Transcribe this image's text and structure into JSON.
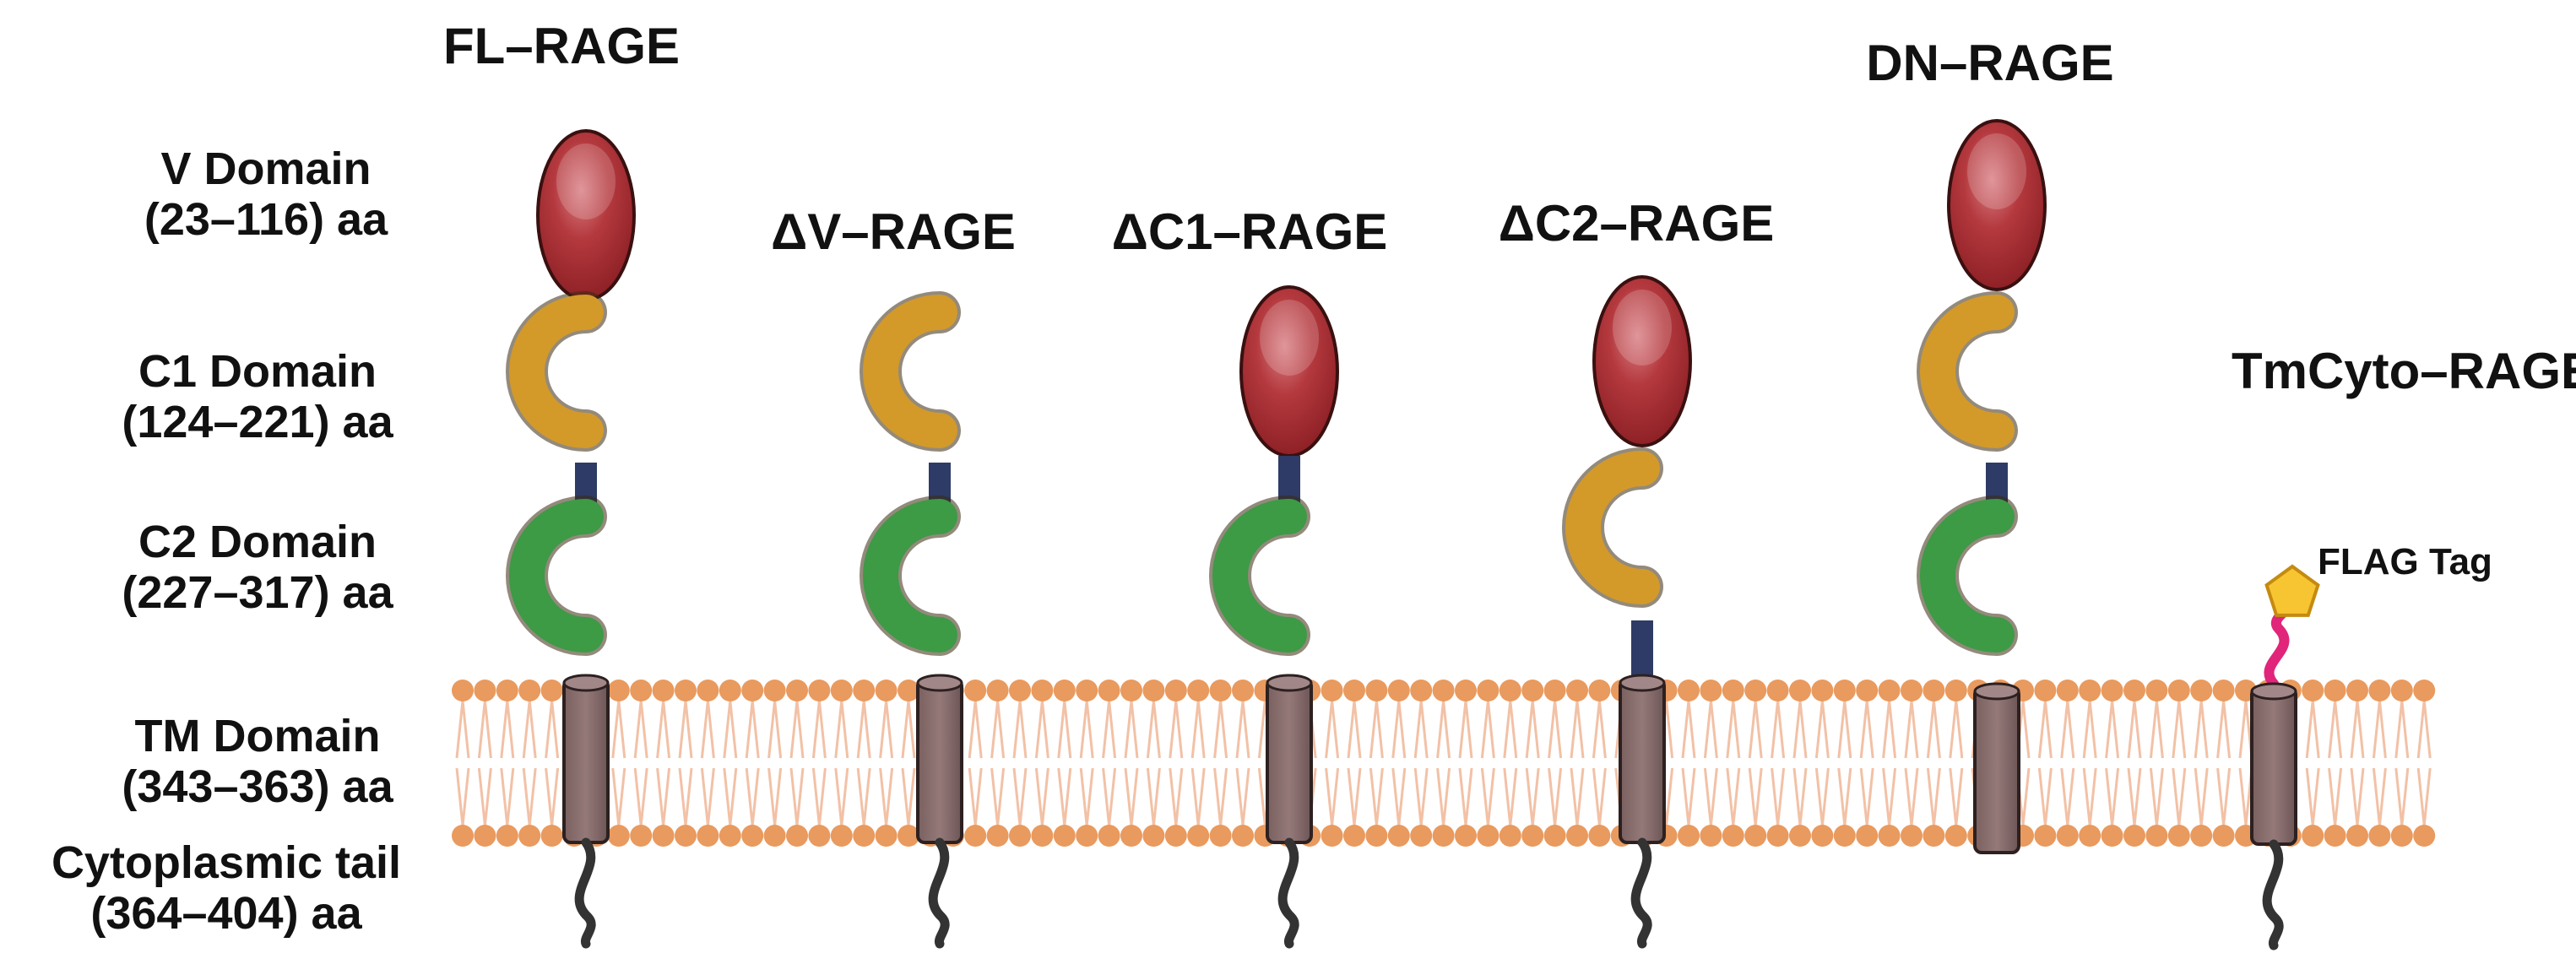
{
  "domain_labels": [
    {
      "name": "V Domain",
      "range": "(23–116) aa"
    },
    {
      "name": "C1 Domain",
      "range": "(124–221) aa"
    },
    {
      "name": "C2 Domain",
      "range": "(227–317) aa"
    },
    {
      "name": "TM Domain",
      "range": "(343–363) aa"
    },
    {
      "name": "Cytoplasmic tail",
      "range": "(364–404) aa"
    }
  ],
  "constructs": [
    {
      "name": "FL–RAGE",
      "domains": [
        "V",
        "C1",
        "C2"
      ]
    },
    {
      "name": "ΔV–RAGE",
      "domains": [
        "C1",
        "C2"
      ]
    },
    {
      "name": "ΔC1–RAGE",
      "domains": [
        "V",
        "C2"
      ]
    },
    {
      "name": "ΔC2–RAGE",
      "domains": [
        "V",
        "C1"
      ]
    },
    {
      "name": "DN–RAGE",
      "domains": [
        "V",
        "C1",
        "C2"
      ],
      "cytoplasmic_tail": false
    },
    {
      "name": "TmCyto–RAGE",
      "domains": [],
      "tag": "FLAG Tag"
    }
  ],
  "colors": {
    "v_domain": "#a32a2e",
    "c1_domain": "#d39a2a",
    "c2_domain": "#3d9a45",
    "linker": "#2e3b66",
    "tm_domain": "#8a6f6f",
    "membrane_head": "#e99a5e",
    "membrane_tail": "#f2c1a6",
    "tag": "#f7c531",
    "tag_linker": "#e0257a",
    "tail": "#333333"
  }
}
